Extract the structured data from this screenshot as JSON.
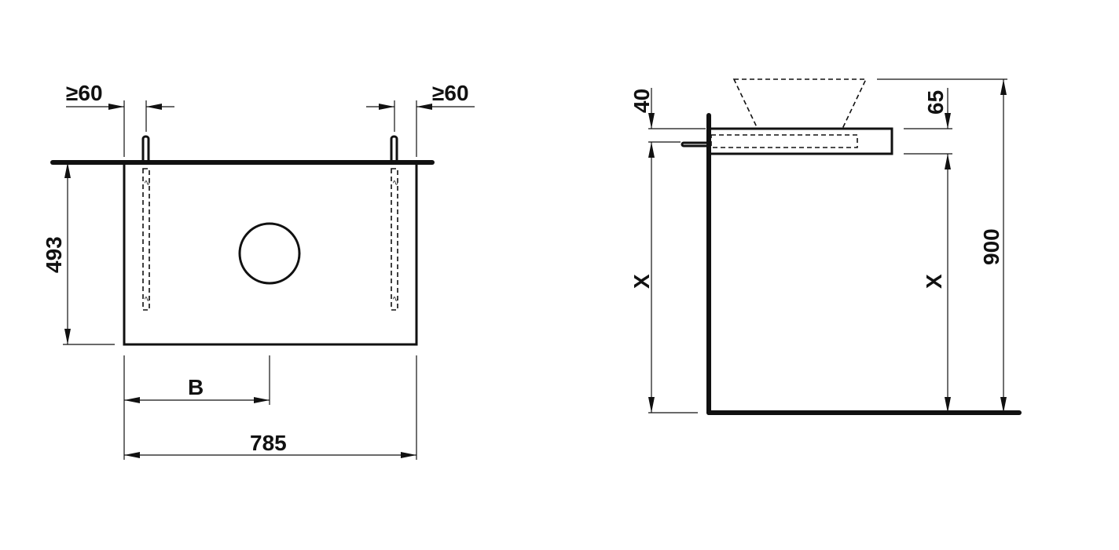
{
  "front_view": {
    "clearance_left": "≥60",
    "clearance_right": "≥60",
    "depth": "493",
    "offset": "B",
    "width": "785"
  },
  "side_view": {
    "top_thickness": "40",
    "rail_height": "65",
    "height_left": "X",
    "height_right": "X",
    "total_height": "900"
  }
}
